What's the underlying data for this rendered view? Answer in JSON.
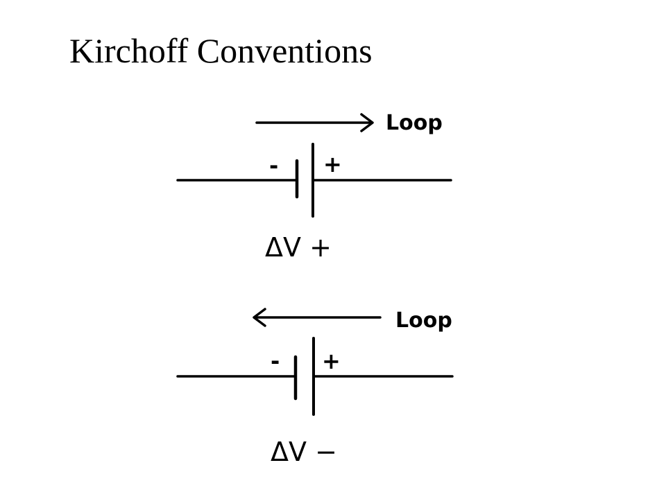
{
  "title": "Kirchoff Conventions",
  "diagrams": [
    {
      "loop_label": "Loop",
      "loop_direction": "right",
      "minus_label": "-",
      "plus_label": "+",
      "delta_v_label": "ΔV +"
    },
    {
      "loop_label": "Loop",
      "loop_direction": "left",
      "minus_label": "-",
      "plus_label": "+",
      "delta_v_label": "ΔV −"
    }
  ]
}
